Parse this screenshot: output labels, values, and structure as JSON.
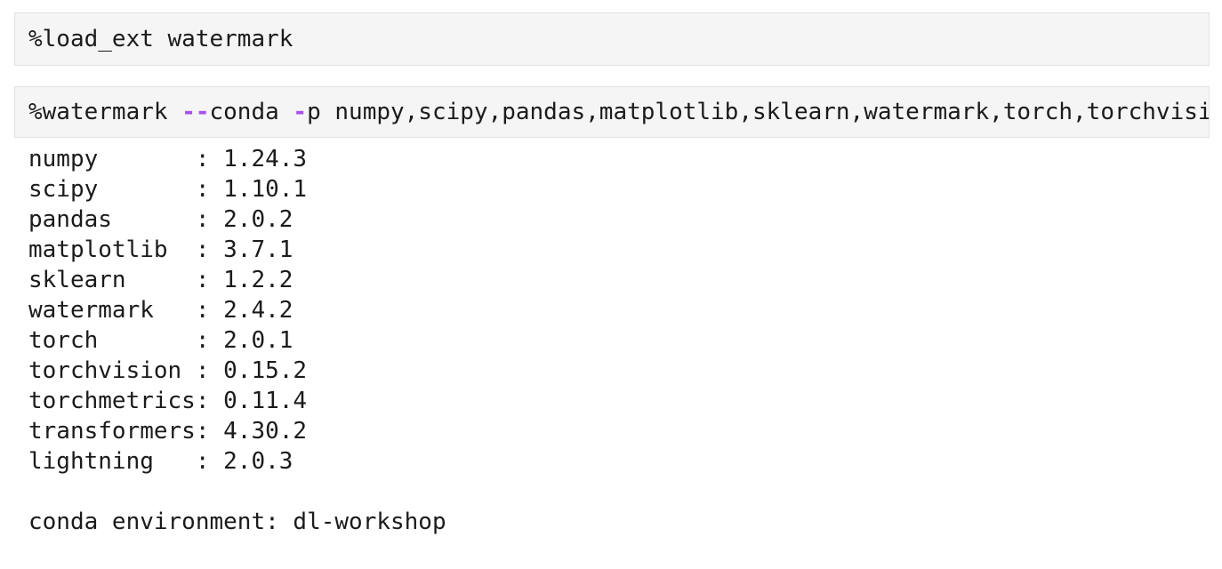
{
  "colors": {
    "page_bg": "#ffffff",
    "cell_bg": "#f5f5f5",
    "cell_border": "#e1e1e1",
    "code_text": "#1b1b1b",
    "flag_purple": "#a950eb"
  },
  "cells": [
    {
      "name": "load-ext-cell",
      "tokens": [
        {
          "t": "%load_ext watermark",
          "c": "code"
        }
      ]
    },
    {
      "name": "watermark-cell",
      "tokens": [
        {
          "t": "%watermark ",
          "c": "code"
        },
        {
          "t": "--",
          "c": "flag"
        },
        {
          "t": "conda ",
          "c": "code"
        },
        {
          "t": "-",
          "c": "flag"
        },
        {
          "t": "p numpy,scipy,pandas,matplotlib,sklearn,watermark,torch,torchvisi",
          "c": "code"
        }
      ]
    }
  ],
  "output": {
    "name_pad": 12,
    "packages": [
      {
        "name": "numpy",
        "version": "1.24.3"
      },
      {
        "name": "scipy",
        "version": "1.10.1"
      },
      {
        "name": "pandas",
        "version": "2.0.2"
      },
      {
        "name": "matplotlib",
        "version": "3.7.1"
      },
      {
        "name": "sklearn",
        "version": "1.2.2"
      },
      {
        "name": "watermark",
        "version": "2.4.2"
      },
      {
        "name": "torch",
        "version": "2.0.1"
      },
      {
        "name": "torchvision",
        "version": "0.15.2"
      },
      {
        "name": "torchmetrics",
        "version": "0.11.4"
      },
      {
        "name": "transformers",
        "version": "4.30.2"
      },
      {
        "name": "lightning",
        "version": "2.0.3"
      }
    ],
    "conda_environment_label": "conda environment:",
    "conda_environment": "dl-workshop"
  }
}
